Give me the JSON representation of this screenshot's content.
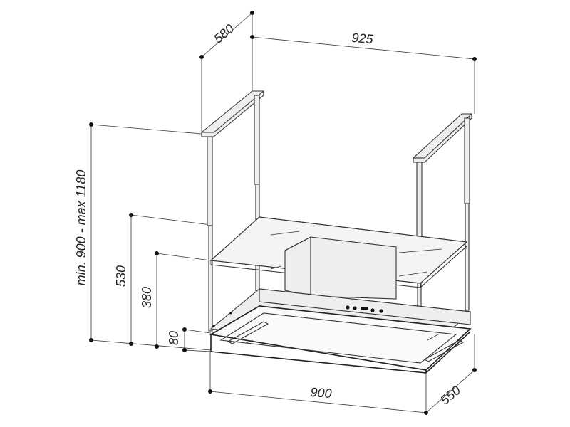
{
  "dimensions": {
    "depth_top": "580",
    "width_top": "925",
    "height_range": "min. 900 - max 1180",
    "shelf_height": "530",
    "hood_height": "380",
    "filter_height": "80",
    "width_bottom": "900",
    "depth_bottom": "550"
  },
  "colors": {
    "line": "#333333",
    "background": "#ffffff"
  }
}
